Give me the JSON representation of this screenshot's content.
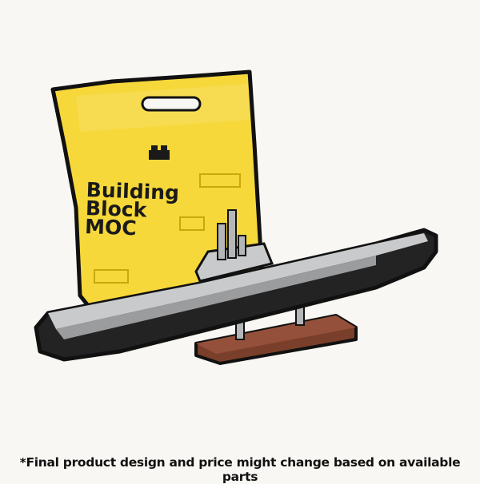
{
  "bag": {
    "line1": "Building",
    "line2": "Block",
    "line3": "MOC",
    "color": "#f6d83a"
  },
  "caption": "*Final product design and price might change based on available parts",
  "colors": {
    "hull_light": "#c9cacb",
    "hull_dark": "#232323",
    "stand": "#7a3f2a",
    "background": "#f9f7f3"
  }
}
